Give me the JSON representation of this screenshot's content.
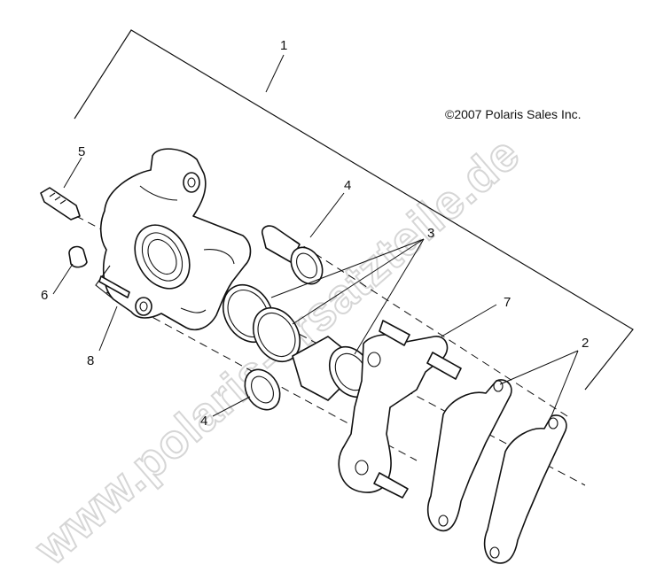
{
  "copyright": "©2007 Polaris Sales Inc.",
  "watermark": "www.polaris-ersatzteile.de",
  "callouts": {
    "c1": "1",
    "c2": "2",
    "c3": "3",
    "c4a": "4",
    "c4b": "4",
    "c5": "5",
    "c6": "6",
    "c7": "7",
    "c8": "8"
  },
  "parts": [
    "caliper-body",
    "brake-pads",
    "piston-seals",
    "guide-pin-boots",
    "bleeder-screw",
    "bleeder-cap",
    "caliper-bracket",
    "retaining-pin"
  ]
}
